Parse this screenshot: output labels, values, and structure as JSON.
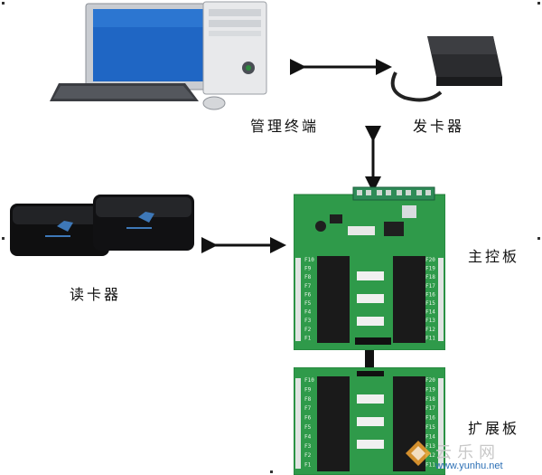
{
  "nodes": {
    "management_terminal": "管理终端",
    "card_issuer": "发卡器",
    "main_board": "主控板",
    "card_reader": "读卡器",
    "expansion_board": "扩展板"
  },
  "board_labels": {
    "main_left": [
      "F10",
      "F9",
      "F8",
      "F7",
      "F6",
      "F5",
      "F4",
      "F3",
      "F2",
      "F1"
    ],
    "main_right": [
      "F20",
      "F19",
      "F18",
      "F17",
      "F16",
      "F15",
      "F14",
      "F13",
      "F12",
      "F11"
    ],
    "exp_left": [
      "F10",
      "F9",
      "F8",
      "F7",
      "F6",
      "F5",
      "F4",
      "F3",
      "F2",
      "F1"
    ],
    "exp_right": [
      "F20",
      "F19",
      "F18",
      "F17",
      "F16",
      "F15",
      "F14",
      "F13",
      "F12",
      "F11"
    ]
  },
  "watermark": {
    "site": "云乐网",
    "url": "www.yunhu.net"
  },
  "colors": {
    "pcb": "#2f9a4a",
    "pcb_edge": "#1f7a36",
    "chip": "#1a1a1a",
    "monitor_screen": "#1f66c4",
    "terminal_block": "#2e8b57"
  }
}
